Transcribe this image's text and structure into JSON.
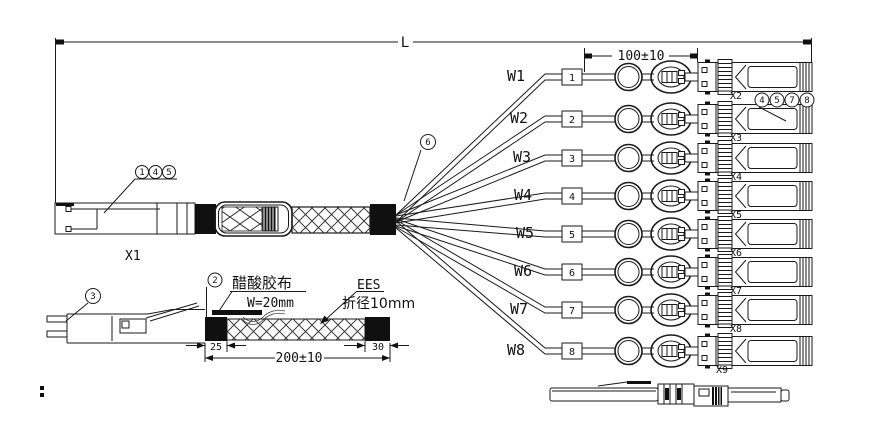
{
  "drawing": {
    "title_dimensions": {
      "overall_length": "L",
      "branch_length": "100±10",
      "sleeve_length": "200±10",
      "left_band_offset": "25",
      "right_band_offset": "30"
    },
    "labels": {
      "main_connector": "X1",
      "tape_name": "醋酸胶布",
      "tape_width": "W=20mm",
      "sleeve_material": "EES",
      "sleeve_spec": "折径10mm"
    },
    "callouts": {
      "main_connector": [
        "1",
        "4",
        "5"
      ],
      "splitter": [
        "6"
      ],
      "branch_connectors": [
        "4",
        "5",
        "7",
        "8"
      ],
      "tape": [
        "2"
      ],
      "detail_view": [
        "3"
      ]
    },
    "branches": [
      {
        "wire": "W1",
        "seq": "1",
        "connector": "X2"
      },
      {
        "wire": "W2",
        "seq": "2",
        "connector": "X3"
      },
      {
        "wire": "W3",
        "seq": "3",
        "connector": "X4"
      },
      {
        "wire": "W4",
        "seq": "4",
        "connector": "X5"
      },
      {
        "wire": "W5",
        "seq": "5",
        "connector": "X6"
      },
      {
        "wire": "W6",
        "seq": "6",
        "connector": "X7"
      },
      {
        "wire": "W7",
        "seq": "7",
        "connector": "X8"
      },
      {
        "wire": "W8",
        "seq": "8",
        "connector": "X9"
      }
    ]
  }
}
